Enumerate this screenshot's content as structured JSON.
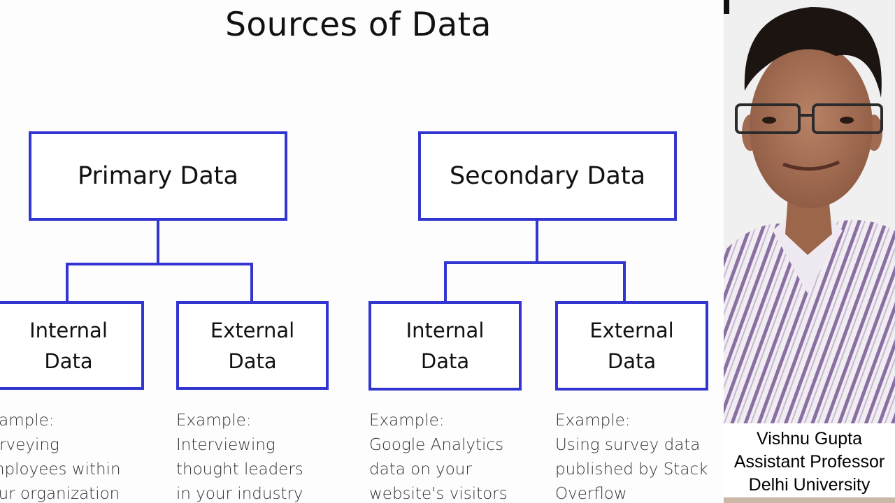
{
  "slide": {
    "title": "Sources of Data",
    "primary": {
      "label": "Primary Data",
      "internal": {
        "label": "Internal\nData",
        "example": "Example:\nSurveying\nemployees within\nyour organization"
      },
      "external": {
        "label": "External\nData",
        "example": "Example:\nInterviewing\nthought leaders\nin your industry"
      }
    },
    "secondary": {
      "label": "Secondary Data",
      "internal": {
        "label": "Internal\nData",
        "example": "Example:\nGoogle Analytics\ndata on your\nwebsite's visitors"
      },
      "external": {
        "label": "External\nData",
        "example": "Example:\nUsing survey data\npublished by Stack\nOverflow"
      }
    }
  },
  "presenter": {
    "name": "Vishnu Gupta",
    "role": "Assistant Professor",
    "affiliation": "Delhi University"
  },
  "colors": {
    "accent": "#3335d0"
  }
}
